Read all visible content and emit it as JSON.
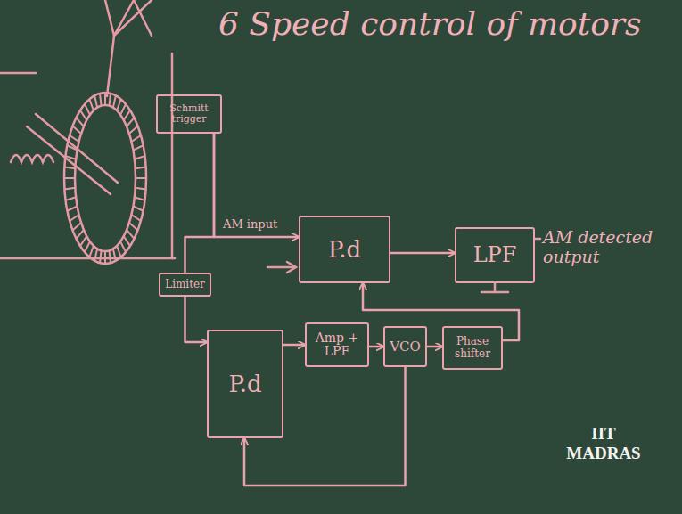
{
  "diagram": {
    "title": "6 Speed control of motors",
    "nodes": [
      {
        "text": [
          "Schmitt trigger"
        ]
      },
      {
        "text": [
          "P.d"
        ]
      },
      {
        "text": [
          "LPF"
        ]
      },
      {
        "text": [
          "Limiter"
        ]
      },
      {
        "text": [
          "P.d"
        ]
      },
      {
        "text": [
          "Amp + LPF"
        ]
      },
      {
        "text": [
          "VCO"
        ]
      },
      {
        "text": [
          "Phase shifter"
        ]
      }
    ],
    "edges": [
      {
        "from": 0,
        "to": 1,
        "arrow": "to"
      },
      {
        "from": 0,
        "to": 3,
        "arrow": "none"
      },
      {
        "from": 3,
        "to": 4,
        "arrow": "to"
      },
      {
        "from": 1,
        "to": 2,
        "arrow": "to"
      },
      {
        "from": 4,
        "to": 5,
        "arrow": "to"
      },
      {
        "from": 5,
        "to": 6,
        "arrow": "to"
      },
      {
        "from": 6,
        "to": 7,
        "arrow": "to"
      },
      {
        "from": 7,
        "to": 1,
        "arrow": "to"
      },
      {
        "from": 6,
        "to": 4,
        "arrow": "to"
      }
    ],
    "labels": [
      "AM input",
      "AM detected output",
      "IIT MADRAS"
    ]
  }
}
